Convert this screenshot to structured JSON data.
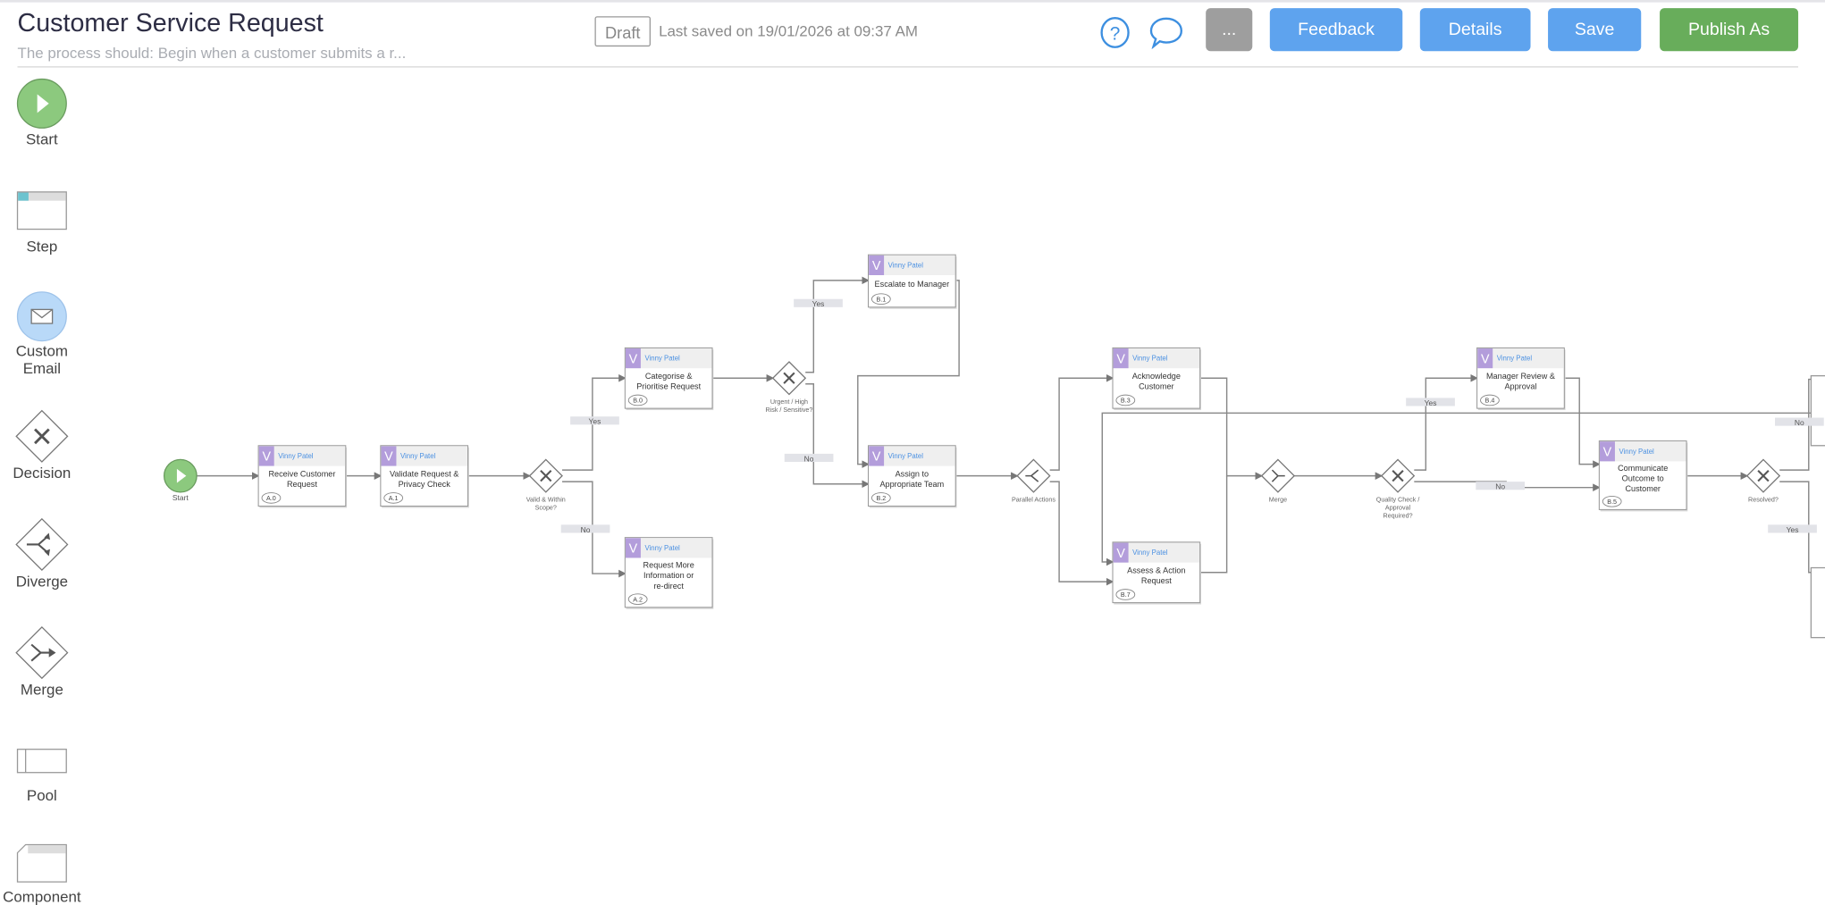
{
  "header": {
    "title": "Customer Service Request",
    "subtitle": "The process should: Begin when a customer submits a r...",
    "status_badge": "Draft",
    "last_saved": "Last saved on 19/01/2026 at 09:37 AM",
    "more_label": "...",
    "feedback_label": "Feedback",
    "details_label": "Details",
    "save_label": "Save",
    "publish_label": "Publish As"
  },
  "colors": {
    "primary": "#5ea3ee",
    "publish": "#68ad5b",
    "more": "#9e9e9e",
    "start": "#8cc97e",
    "owner_badge": "#b39ddb",
    "email": "#b9d9f8"
  },
  "palette": [
    {
      "id": "start",
      "label": "Start",
      "icon": "play-circle-icon"
    },
    {
      "id": "step",
      "label": "Step",
      "icon": "step-box-icon"
    },
    {
      "id": "email",
      "label": "Custom Email",
      "icon": "envelope-icon"
    },
    {
      "id": "decision",
      "label": "Decision",
      "icon": "decision-diamond-icon"
    },
    {
      "id": "diverge",
      "label": "Diverge",
      "icon": "diverge-diamond-icon"
    },
    {
      "id": "merge",
      "label": "Merge",
      "icon": "merge-diamond-icon"
    },
    {
      "id": "pool",
      "label": "Pool",
      "icon": "pool-icon"
    },
    {
      "id": "component",
      "label": "Component",
      "icon": "component-icon"
    }
  ],
  "diagram": {
    "start_label": "Start",
    "tasks": [
      {
        "id": "A.0",
        "owner_initial": "V",
        "owner": "Vinny Patel",
        "name": [
          "Receive Customer",
          "Request"
        ]
      },
      {
        "id": "A.1",
        "owner_initial": "V",
        "owner": "Vinny Patel",
        "name": [
          "Validate Request &",
          "Privacy Check"
        ]
      },
      {
        "id": "B.0",
        "owner_initial": "V",
        "owner": "Vinny Patel",
        "name": [
          "Categorise &",
          "Prioritise Request"
        ]
      },
      {
        "id": "A.2",
        "owner_initial": "V",
        "owner": "Vinny Patel",
        "name": [
          "Request More",
          "Information or",
          "re-direct"
        ]
      },
      {
        "id": "B.1",
        "owner_initial": "V",
        "owner": "Vinny Patel",
        "name": [
          "Escalate to Manager"
        ]
      },
      {
        "id": "B.2",
        "owner_initial": "V",
        "owner": "Vinny Patel",
        "name": [
          "Assign to",
          "Appropriate Team"
        ]
      },
      {
        "id": "B.3",
        "owner_initial": "V",
        "owner": "Vinny Patel",
        "name": [
          "Acknowledge",
          "Customer"
        ]
      },
      {
        "id": "B.7",
        "owner_initial": "V",
        "owner": "Vinny Patel",
        "name": [
          "Assess & Action",
          "Request"
        ]
      },
      {
        "id": "B.4",
        "owner_initial": "V",
        "owner": "Vinny Patel",
        "name": [
          "Manager Review &",
          "Approval"
        ]
      },
      {
        "id": "B.5",
        "owner_initial": "V",
        "owner": "Vinny Patel",
        "name": [
          "Communicate",
          "Outcome to",
          "Customer"
        ]
      }
    ],
    "gateways": [
      {
        "id": "d1",
        "type": "decision",
        "label": [
          "Valid & Within",
          "Scope?"
        ]
      },
      {
        "id": "d2",
        "type": "decision",
        "label": [
          "Urgent / High",
          "Risk / Sensitive?"
        ]
      },
      {
        "id": "g1",
        "type": "diverge",
        "label": [
          "Parallel Actions"
        ]
      },
      {
        "id": "g2",
        "type": "merge",
        "label": [
          "Merge"
        ]
      },
      {
        "id": "d3",
        "type": "decision",
        "label": [
          "Quality Check /",
          "Approval",
          "Required?"
        ]
      },
      {
        "id": "d4",
        "type": "decision",
        "label": [
          "Resolved?"
        ]
      }
    ],
    "edge_labels": [
      {
        "id": "d1-yes",
        "text": "Yes"
      },
      {
        "id": "d1-no",
        "text": "No"
      },
      {
        "id": "d2-yes",
        "text": "Yes"
      },
      {
        "id": "d2-no",
        "text": "No"
      },
      {
        "id": "d3-yes",
        "text": "Yes"
      },
      {
        "id": "d3-no",
        "text": "No"
      },
      {
        "id": "d4-no",
        "text": "No"
      },
      {
        "id": "d4-yes",
        "text": "Yes"
      }
    ]
  }
}
